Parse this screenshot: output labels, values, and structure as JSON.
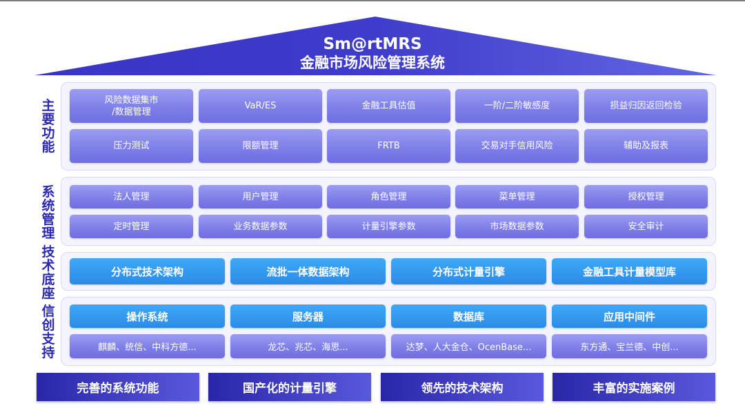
{
  "header": {
    "title_en": "Sm@rtMRS",
    "title_cn": "金融市场风险管理系统"
  },
  "sections": {
    "main_functions": {
      "label": [
        "主",
        "要",
        "功",
        "能"
      ],
      "items": [
        [
          "风险数据集市",
          "/数据管理"
        ],
        [
          "VaR/ES"
        ],
        [
          "金融工具估值"
        ],
        [
          "一阶/二阶敏感度"
        ],
        [
          "损益归因返回检验"
        ],
        [
          "压力测试"
        ],
        [
          "限额管理"
        ],
        [
          "FRTB"
        ],
        [
          "交易对手信用风险"
        ],
        [
          "辅助及报表"
        ]
      ]
    },
    "system_management": {
      "label": [
        "系",
        "统",
        "管",
        "理"
      ],
      "items": [
        "法人管理",
        "用户管理",
        "角色管理",
        "菜单管理",
        "授权管理",
        "定时管理",
        "业务数据参数",
        "计量引擎参数",
        "市场数据参数",
        "安全审计"
      ]
    },
    "tech_base": {
      "label": [
        "技",
        "术",
        "底",
        "座"
      ],
      "items": [
        "分布式技术架构",
        "流批一体数据架构",
        "分布式计量引擎",
        "金融工具计量模型库"
      ]
    },
    "xinchuang": {
      "label": [
        "信",
        "创",
        "支",
        "持"
      ],
      "headers": [
        "操作系统",
        "服务器",
        "数据库",
        "应用中间件"
      ],
      "details": [
        "麒麟、统信、中科方德...",
        "龙芯、兆芯、海思...",
        "达梦、人大金仓、OcenBase...",
        "东方通、宝兰德、中创..."
      ]
    }
  },
  "footer": {
    "items": [
      "完善的系统功能",
      "国产化的计量引擎",
      "领先的技术架构",
      "丰富的实施案例"
    ]
  },
  "colors": {
    "roof_left": "#3b38c8",
    "roof_right": "#5b5fe0",
    "label": "#2a28b0",
    "panel_bg": "#f3f4fd",
    "panel_border": "#d6d9f6",
    "purple_box": "#8484ea",
    "blue_box": "#2f92ea",
    "footer": "#3a36b8"
  }
}
